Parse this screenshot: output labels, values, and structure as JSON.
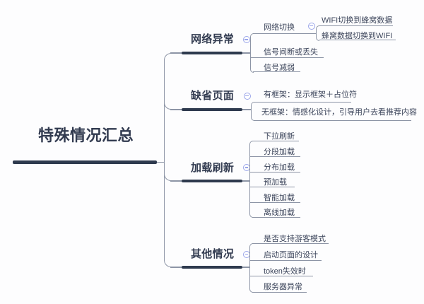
{
  "app": {
    "type": "mindmap",
    "background": "#fdfdfe"
  },
  "colors": {
    "node_text": "#333c51",
    "primary_underline": "#2e3a4e",
    "connector_line": "#8d95a6",
    "collapse_icon": "#9aa5e9"
  },
  "icons": {
    "collapse": "minus-circle"
  },
  "mindmap": {
    "root": {
      "label": "特殊情况汇总"
    },
    "branches": [
      {
        "label": "网络异常",
        "children": [
          {
            "label": "网络切换",
            "children": [
              {
                "label": "WIFI切换到蜂窝数据"
              },
              {
                "label": "蜂窝数据切换到WIFI"
              }
            ]
          },
          {
            "label": "信号间断或丢失"
          },
          {
            "label": "信号减弱"
          }
        ]
      },
      {
        "label": "缺省页面",
        "children": [
          {
            "label": "有框架：显示框架＋占位符"
          },
          {
            "label": "无框架：情感化设计，引导用户去看推荐内容"
          }
        ]
      },
      {
        "label": "加载刷新",
        "children": [
          {
            "label": "下拉刷新"
          },
          {
            "label": "分段加载"
          },
          {
            "label": "分布加载"
          },
          {
            "label": "预加载"
          },
          {
            "label": "智能加载"
          },
          {
            "label": "离线加载"
          }
        ]
      },
      {
        "label": "其他情况",
        "children": [
          {
            "label": "是否支持游客模式"
          },
          {
            "label": "启动页面的设计"
          },
          {
            "label": "token失效时"
          },
          {
            "label": "服务器异常"
          }
        ]
      }
    ]
  }
}
